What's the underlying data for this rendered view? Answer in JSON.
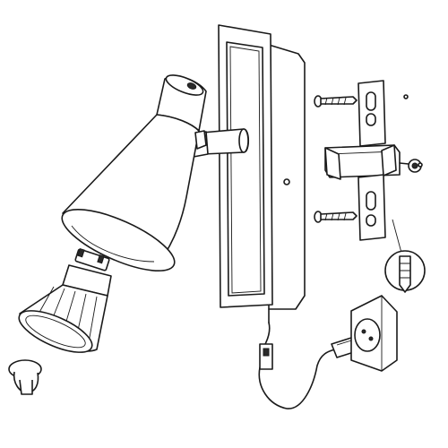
{
  "diagram": {
    "parts": [
      {
        "id": "spot-shade",
        "icon": "spotlight-shade-icon"
      },
      {
        "id": "gu10-bulb",
        "icon": "gu10-led-bulb-icon"
      },
      {
        "id": "bulb-removal-cup",
        "icon": "suction-cup-icon"
      },
      {
        "id": "wall-plate",
        "icon": "wall-plate-icon"
      },
      {
        "id": "mounting-bracket",
        "icon": "mounting-bracket-icon"
      },
      {
        "id": "screws",
        "icon": "screw-icon"
      },
      {
        "id": "wall-plug",
        "icon": "wall-anchor-icon"
      },
      {
        "id": "inline-switch",
        "icon": "inline-switch-icon"
      },
      {
        "id": "power-plug",
        "icon": "power-plug-icon"
      },
      {
        "id": "wall-socket",
        "icon": "wall-socket-icon"
      }
    ]
  },
  "colors": {
    "line": "#1a1a1a",
    "fill": "#ffffff",
    "dark": "#2a2a2a"
  }
}
